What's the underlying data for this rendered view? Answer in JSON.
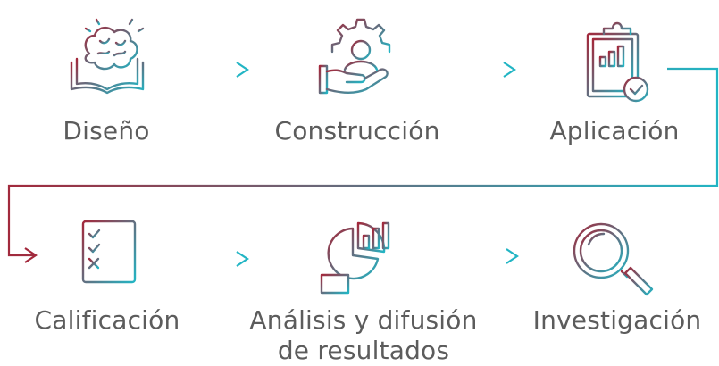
{
  "colors": {
    "gradient_start": "#a3283b",
    "gradient_end": "#22b5c4",
    "label_text": "#5c5c5c"
  },
  "steps": [
    {
      "label": "Diseño",
      "icon": "brain-book-icon"
    },
    {
      "label": "Construcción",
      "icon": "gear-hand-icon"
    },
    {
      "label": "Aplicación",
      "icon": "clipboard-chart-icon"
    },
    {
      "label": "Calificación",
      "icon": "checklist-icon"
    },
    {
      "label_line1": "Análisis y difusión",
      "label_line2": "de resultados",
      "icon": "pie-chart-report-icon"
    },
    {
      "label": "Investigación",
      "icon": "magnifier-icon"
    }
  ]
}
